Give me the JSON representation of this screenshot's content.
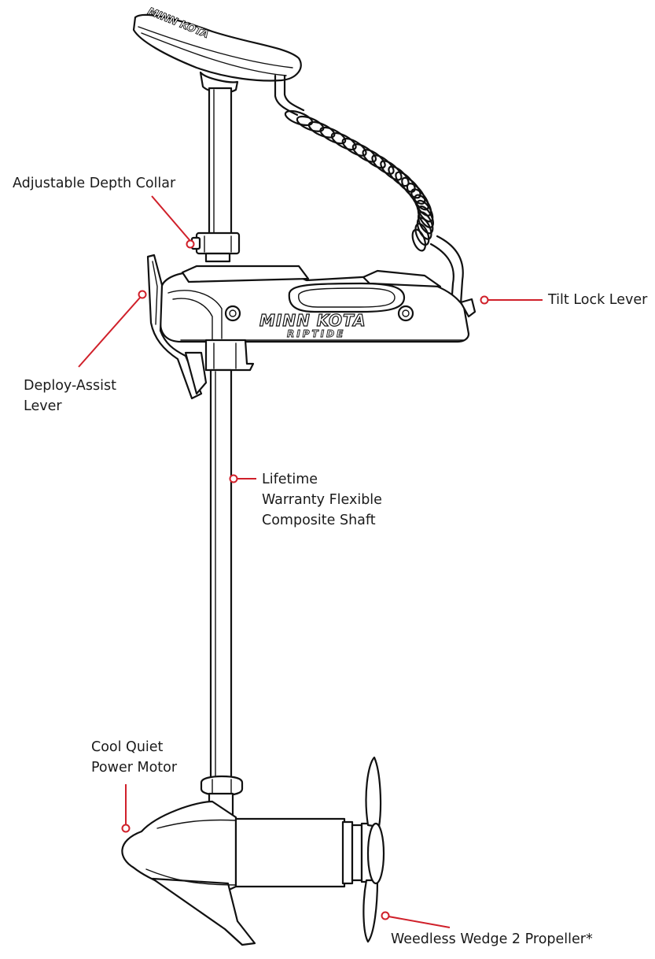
{
  "colors": {
    "callout": "#d0202a",
    "outline": "#111111",
    "background": "#ffffff"
  },
  "logo": {
    "brand": "MINN KOTA",
    "model": "RIPTIDE"
  },
  "callouts": {
    "depth_collar": {
      "line1": "Adjustable Depth Collar"
    },
    "tilt_lock": {
      "line1": "Tilt Lock Lever"
    },
    "deploy_assist": {
      "line1": "Deploy-Assist",
      "line2": "Lever"
    },
    "shaft": {
      "line1": "Lifetime",
      "line2": "Warranty Flexible",
      "line3": "Composite Shaft"
    },
    "motor": {
      "line1": "Cool Quiet",
      "line2": "Power Motor"
    },
    "propeller": {
      "line1": "Weedless Wedge 2 Propeller*"
    }
  }
}
